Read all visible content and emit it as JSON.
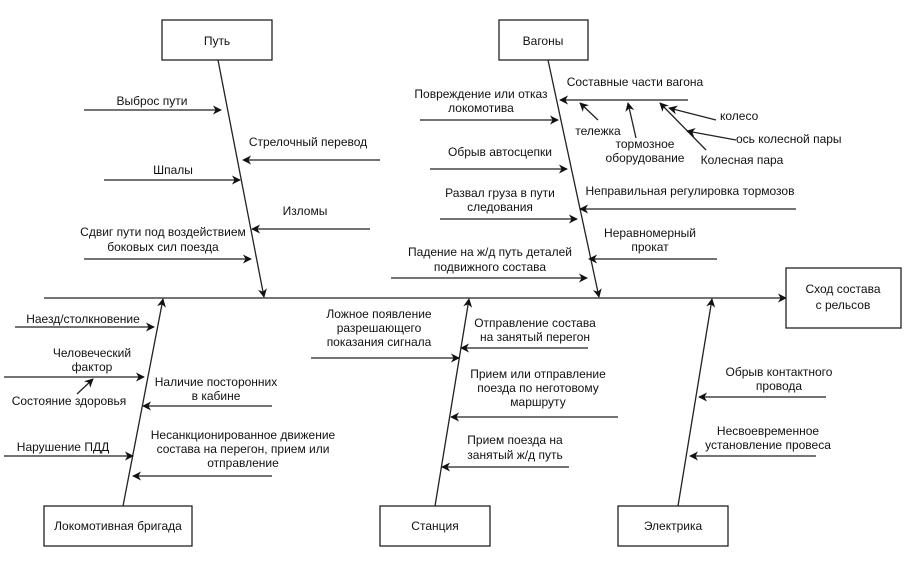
{
  "diagram": {
    "type": "fishbone",
    "effect": {
      "lines": [
        "Сход состава",
        "с рельсов"
      ]
    },
    "categories": [
      {
        "id": "put",
        "title": "Путь",
        "causes": [
          {
            "lines": [
              "Выброс пути"
            ]
          },
          {
            "lines": [
              "Стрелочный перевод"
            ]
          },
          {
            "lines": [
              "Шпалы"
            ]
          },
          {
            "lines": [
              "Изломы"
            ]
          },
          {
            "lines": [
              "Сдвиг пути под воздействием",
              "боковых сил поезда"
            ]
          }
        ]
      },
      {
        "id": "vagony",
        "title": "Вагоны",
        "causes": [
          {
            "lines": [
              "Повреждение или отказ",
              "локомотива"
            ]
          },
          {
            "lines": [
              "Составные части вагона"
            ],
            "subcauses": [
              {
                "lines": [
                  "тележка"
                ]
              },
              {
                "lines": [
                  "тормозное",
                  "оборудование"
                ]
              },
              {
                "lines": [
                  "Колесная пара"
                ],
                "subcauses": [
                  {
                    "lines": [
                      "колесо"
                    ]
                  },
                  {
                    "lines": [
                      "ось колесной пары"
                    ]
                  }
                ]
              }
            ]
          },
          {
            "lines": [
              "Обрыв автосцепки"
            ]
          },
          {
            "lines": [
              "Развал груза в пути",
              "следования"
            ]
          },
          {
            "lines": [
              "Неправильная регулировка тормозов"
            ]
          },
          {
            "lines": [
              "Неравномерный",
              "прокат"
            ]
          },
          {
            "lines": [
              "Падение на ж/д путь деталей",
              "подвижного состава"
            ]
          }
        ]
      },
      {
        "id": "brigada",
        "title": "Локомотивная бригада",
        "causes": [
          {
            "lines": [
              "Наезд/столкновение"
            ]
          },
          {
            "lines": [
              "Человеческий",
              "фактор"
            ],
            "subcauses": [
              {
                "lines": [
                  "Состояние здоровья"
                ]
              }
            ]
          },
          {
            "lines": [
              "Наличие посторонних",
              "в кабине"
            ]
          },
          {
            "lines": [
              "Нарушение ПДД"
            ]
          },
          {
            "lines": [
              "Несанкционированное движение",
              "состава на перегон, прием или",
              "отправление"
            ]
          }
        ]
      },
      {
        "id": "stanciya",
        "title": "Станция",
        "causes": [
          {
            "lines": [
              "Ложное появление",
              "разрешающего",
              "показания сигнала"
            ]
          },
          {
            "lines": [
              "Отправление состава",
              "на занятый перегон"
            ]
          },
          {
            "lines": [
              "Прием или отправление",
              "поезда по неготовому",
              "маршруту"
            ]
          },
          {
            "lines": [
              "Прием поезда на",
              "занятый ж/д путь"
            ]
          }
        ]
      },
      {
        "id": "elektrika",
        "title": "Электрика",
        "causes": [
          {
            "lines": [
              "Обрыв контактного",
              "провода"
            ]
          },
          {
            "lines": [
              "Несвоевременное",
              "установление провеса"
            ]
          }
        ]
      }
    ]
  }
}
